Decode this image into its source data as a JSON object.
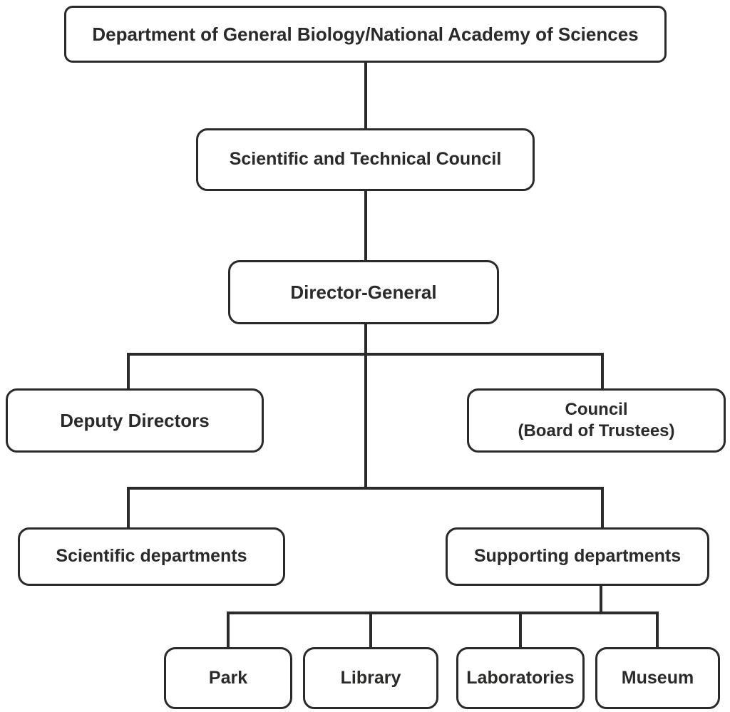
{
  "colors": {
    "outline": "#2b2a29",
    "text": "#2b2a29",
    "background": "#ffffff"
  },
  "diagram": {
    "type": "org-flowchart",
    "nodes": {
      "root": {
        "label": "Department of General Biology/National Academy of Sciences",
        "children": [
          "council"
        ]
      },
      "council": {
        "label": "Scientific and Technical Council",
        "children": [
          "director"
        ]
      },
      "director": {
        "label": "Director-General",
        "children": [
          "deputy",
          "board",
          "scientific",
          "supporting"
        ]
      },
      "deputy": {
        "label": "Deputy Directors",
        "children": []
      },
      "board": {
        "label_line1": "Council",
        "label_line2": "(Board of Trustees)",
        "children": []
      },
      "scientific": {
        "label": "Scientific departments",
        "children": []
      },
      "supporting": {
        "label": "Supporting departments",
        "children": [
          "park",
          "library",
          "laboratories",
          "museum"
        ]
      },
      "park": {
        "label": "Park",
        "children": []
      },
      "library": {
        "label": "Library",
        "children": []
      },
      "laboratories": {
        "label": "Laboratories",
        "children": []
      },
      "museum": {
        "label": "Museum",
        "children": []
      }
    }
  }
}
